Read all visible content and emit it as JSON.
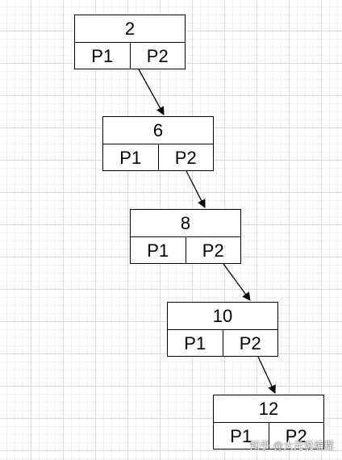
{
  "nodes": [
    {
      "key": "2",
      "left": "P1",
      "right": "P2"
    },
    {
      "key": "6",
      "left": "P1",
      "right": "P2"
    },
    {
      "key": "8",
      "left": "P1",
      "right": "P2"
    },
    {
      "key": "10",
      "left": "P1",
      "right": "P2"
    },
    {
      "key": "12",
      "left": "P1",
      "right": "P2"
    }
  ],
  "watermark": "知乎 @大元说编程"
}
